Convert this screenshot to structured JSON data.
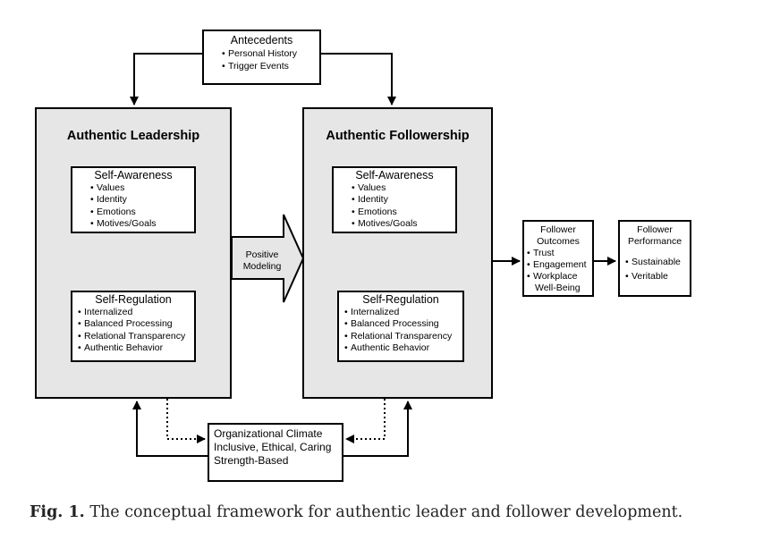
{
  "figure": {
    "antecedents": {
      "title": "Antecedents",
      "items": [
        "Personal History",
        "Trigger Events"
      ]
    },
    "leader_panel": {
      "title": "Authentic Leadership",
      "self_awareness": {
        "title": "Self-Awareness",
        "items": [
          "Values",
          "Identity",
          "Emotions",
          "Motives/Goals"
        ]
      },
      "self_regulation": {
        "title": "Self-Regulation",
        "items": [
          "Internalized",
          "Balanced Processing",
          "Relational Transparency",
          "Authentic Behavior"
        ]
      }
    },
    "follower_panel": {
      "title": "Authentic Followership",
      "self_awareness": {
        "title": "Self-Awareness",
        "items": [
          "Values",
          "Identity",
          "Emotions",
          "Motives/Goals"
        ]
      },
      "self_regulation": {
        "title": "Self-Regulation",
        "items": [
          "Internalized",
          "Balanced Processing",
          "Relational Transparency",
          "Authentic Behavior"
        ]
      }
    },
    "positive_modeling": {
      "line1": "Positive",
      "line2": "Modeling"
    },
    "follower_outcomes": {
      "title_line1": "Follower",
      "title_line2": "Outcomes",
      "items": [
        "Trust",
        "Engagement",
        "Workplace"
      ],
      "last_line": "Well-Being"
    },
    "follower_performance": {
      "title_line1": "Follower",
      "title_line2": "Performance",
      "items": [
        "Sustainable",
        "Veritable"
      ]
    },
    "organizational_climate": {
      "line1": "Organizational Climate",
      "line2": "Inclusive, Ethical, Caring",
      "line3": "Strength-Based"
    }
  },
  "caption": {
    "label": "Fig. 1.",
    "text": "The conceptual framework for authentic leader and follower development."
  }
}
